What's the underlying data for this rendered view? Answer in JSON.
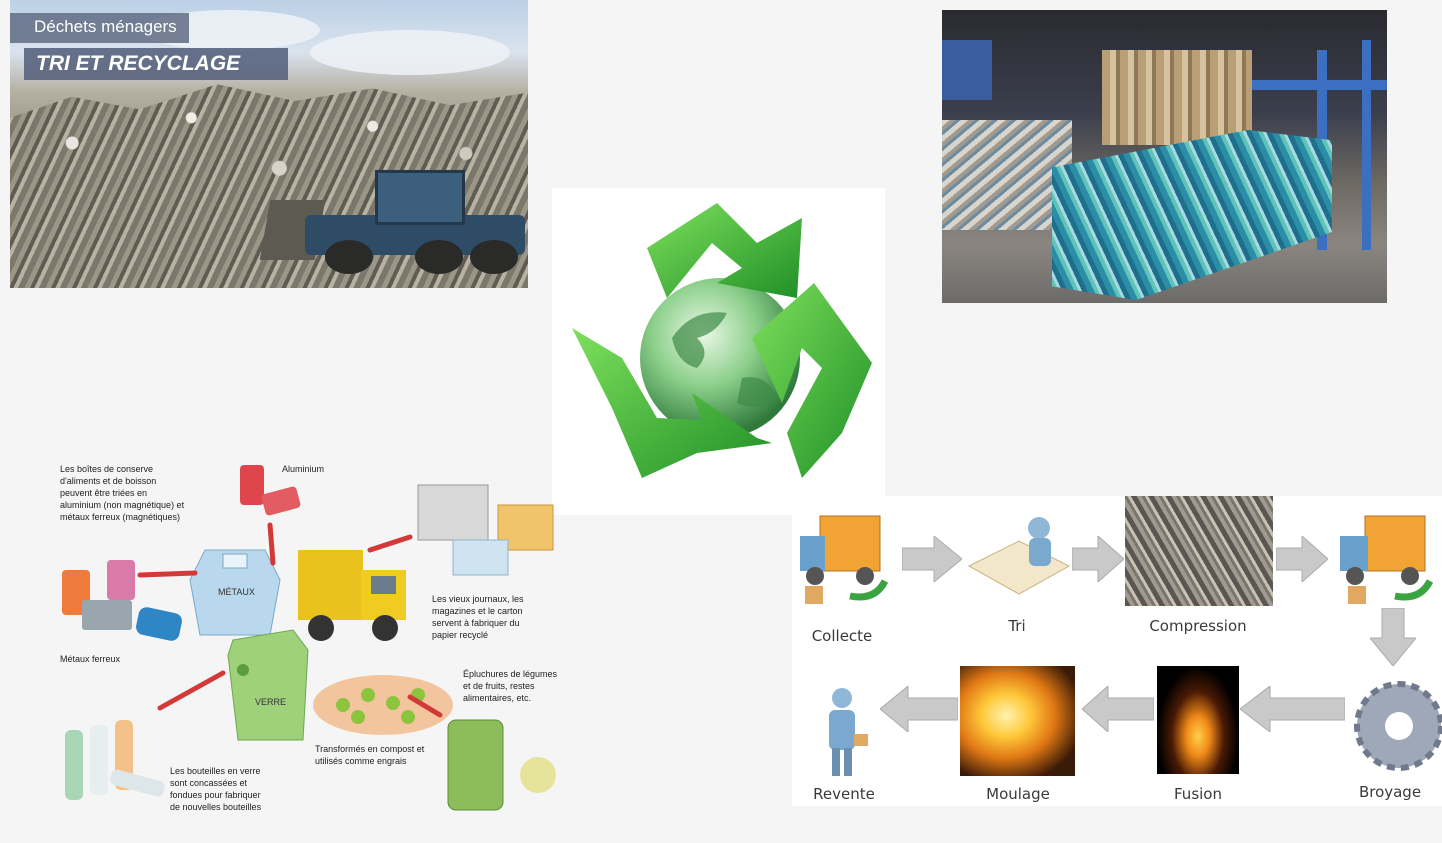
{
  "landfill": {
    "subtitle": "Déchets ménagers",
    "title": "TRI ET RECYCLAGE"
  },
  "infographic": {
    "cans_text": "Les boîtes de conserve d'aliments et de boisson peuvent être triées en aluminium (non magnétique) et métaux ferreux (magnétiques)",
    "aluminium": "Aluminium",
    "metaux_bin": "MÉTAUX",
    "metaux_ferreux": "Métaux ferreux",
    "verre_bin": "VERRE",
    "paper_text": "Les vieux journaux, les magazines et le carton servent à fabriquer du papier recyclé",
    "peelings_text": "Épluchures de légumes et de fruits, restes alimentaires, etc.",
    "compost_text": "Transformés en compost et utilisés comme engrais",
    "bottles_text": "Les bouteilles en verre sont concassées et fondues pour fabriquer de nouvelles bouteilles"
  },
  "process": {
    "steps": [
      "Collecte",
      "Tri",
      "Compression",
      "Broyage",
      "Fusion",
      "Moulage",
      "Revente"
    ]
  },
  "colors": {
    "recycle_green": "#3fbf2e",
    "process_arrow": "#c9c9c9",
    "truck_orange": "#f1a433"
  }
}
